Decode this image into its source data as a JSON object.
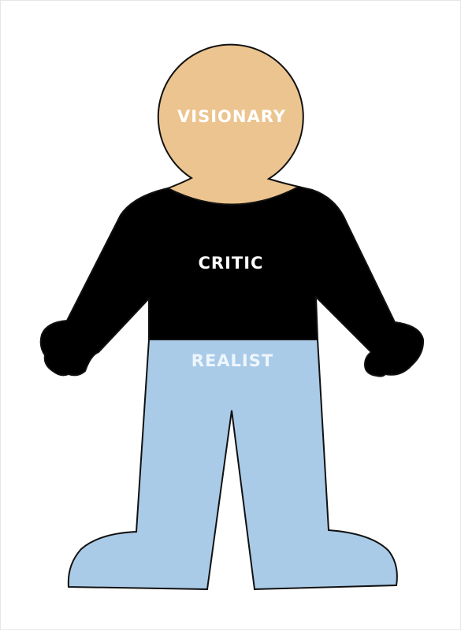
{
  "figure": {
    "labels": {
      "head": "VISIONARY",
      "torso": "CRITIC",
      "legs": "REALIST"
    },
    "colors": {
      "head_fill": "#ecc48f",
      "torso_fill": "#000000",
      "legs_fill": "#a9cbe8",
      "outline": "#111111",
      "head_text": "#ffffff",
      "torso_text": "#ffffff",
      "legs_text": "#eef6fd"
    }
  }
}
